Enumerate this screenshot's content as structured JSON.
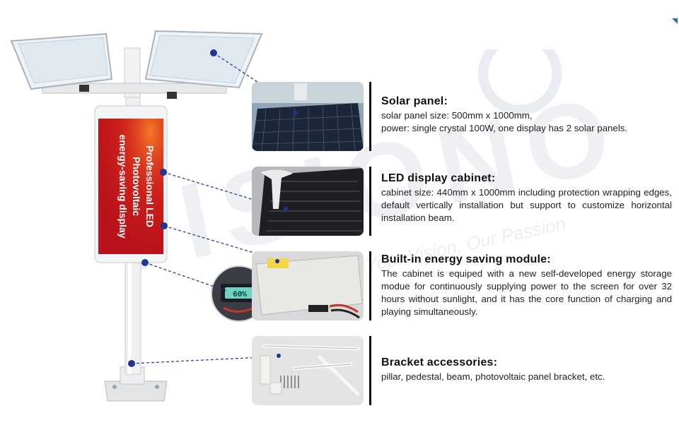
{
  "watermark": {
    "brand": "VISIONO",
    "tagline": "Your Vision, Our Passion"
  },
  "screen_text": {
    "line1": "Professional LED",
    "line2": "Photovoltaic",
    "line3": "energy-saving display"
  },
  "battery_readout": "60%",
  "features": [
    {
      "title": "Solar panel:",
      "lines": [
        "solar panel size: 500mm x 1000mm,",
        "power: single crystal 100W, one display has 2 solar panels."
      ]
    },
    {
      "title": "LED display cabinet:",
      "lines": [
        "cabinet size: 440mm x 1000mm including protection wrapping edges, default vertically installation but support to customize horizontal installation beam."
      ]
    },
    {
      "title": "Built-in energy saving module:",
      "lines": [
        "The cabinet is equiped with a new self-developed energy storage modue for continuously supplying power to the screen for over 32 hours without sunlight, and it has the core function of charging and playing simultaneously."
      ]
    },
    {
      "title": "Bracket accessories:",
      "lines": [
        "pillar, pedestal, beam, photovoltaic panel bracket, etc."
      ]
    }
  ],
  "colors": {
    "leader": "#2a3f8f",
    "dot": "#1f3590",
    "screen_red": "#c4141c",
    "screen_text": "#ffffff"
  }
}
